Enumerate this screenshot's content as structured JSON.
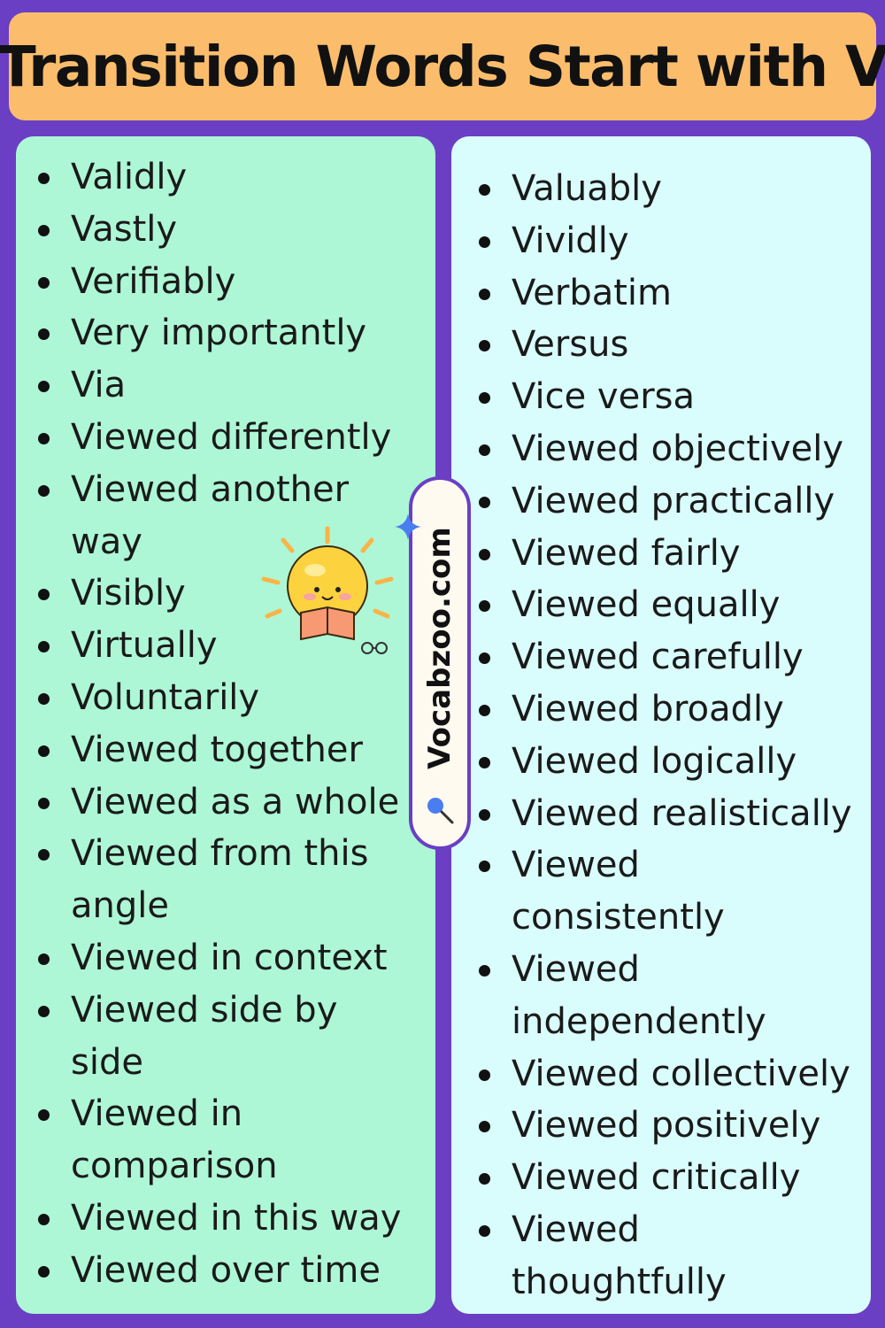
{
  "title": "Transition Words Start with V",
  "left_words": [
    [
      "Validly"
    ],
    [
      "Vastly"
    ],
    [
      "Verifiably"
    ],
    [
      "Very importantly"
    ],
    [
      "Via"
    ],
    [
      "Viewed differently"
    ],
    [
      "Viewed another",
      "way"
    ],
    [
      "Visibly"
    ],
    [
      "Virtually"
    ],
    [
      "Voluntarily"
    ],
    [
      "Viewed together"
    ],
    [
      "Viewed as a whole"
    ],
    [
      "Viewed from this",
      "angle"
    ],
    [
      "Viewed in context"
    ],
    [
      "Viewed side by",
      "side"
    ],
    [
      "Viewed in",
      "comparison"
    ],
    [
      "Viewed in this way"
    ],
    [
      "Viewed over time"
    ]
  ],
  "right_words": [
    [
      "Valuably"
    ],
    [
      "Vividly"
    ],
    [
      "Verbatim"
    ],
    [
      "Versus"
    ],
    [
      "Vice versa"
    ],
    [
      "Viewed objectively"
    ],
    [
      "Viewed practically"
    ],
    [
      "Viewed fairly"
    ],
    [
      "Viewed equally"
    ],
    [
      "Viewed carefully"
    ],
    [
      "Viewed broadly"
    ],
    [
      "Viewed logically"
    ],
    [
      "Viewed realistically"
    ],
    [
      "Viewed",
      "consistently"
    ],
    [
      "Viewed",
      "independently"
    ],
    [
      "Viewed collectively"
    ],
    [
      "Viewed positively"
    ],
    [
      "Viewed critically"
    ],
    [
      "Viewed",
      "thoughtfully"
    ]
  ],
  "watermark": "Vocabzoo.com",
  "icons": {
    "mascot": "sun-reading-book-icon",
    "glasses": "glasses-icon",
    "sparkle": "sparkle-icon",
    "search": "magnifier-icon"
  },
  "colors": {
    "background": "#6a3fc4",
    "title_bar": "#fbbd6c",
    "left_panel": "#adf7d6",
    "right_panel": "#d9fcfc",
    "pill": "#fffaf0",
    "sun": "#fcd23f"
  }
}
